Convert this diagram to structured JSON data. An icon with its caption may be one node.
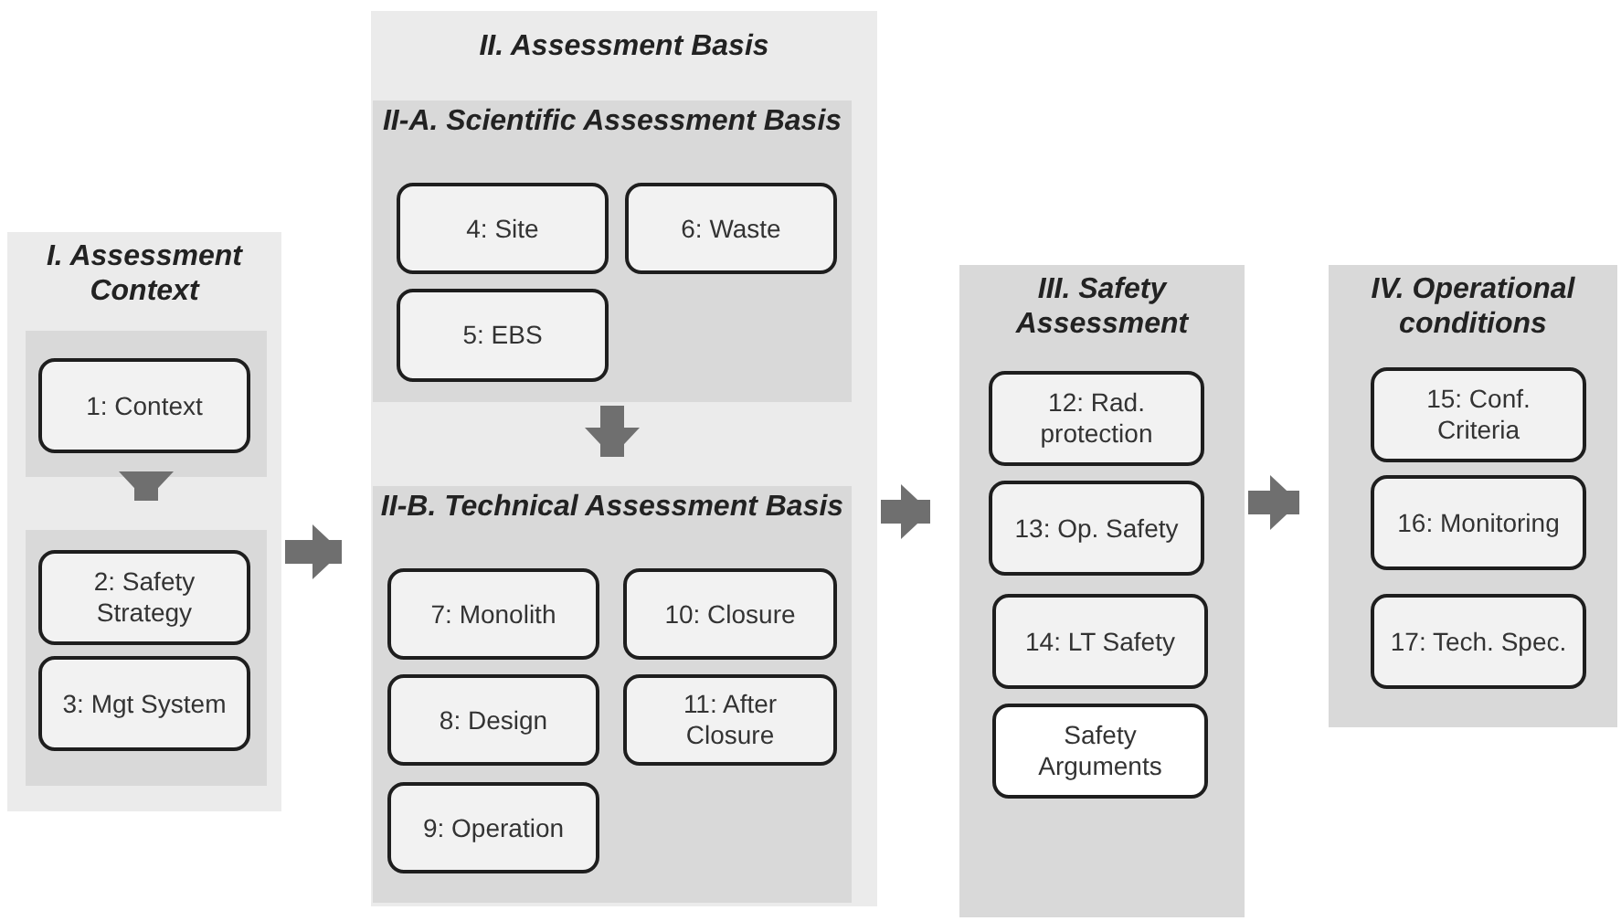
{
  "diagram": {
    "nodes": [
      {
        "text": [
          "I. Assessment Context"
        ]
      },
      {
        "text": [],
        "shape": "box",
        "in": 0
      },
      {
        "text": [
          "1: Context"
        ],
        "in": 1
      },
      {
        "text": [],
        "shape": "box",
        "in": 0
      },
      {
        "text": [
          "2: Safety Strategy"
        ],
        "in": 3
      },
      {
        "text": [
          "3: Mgt System"
        ],
        "in": 3
      },
      {
        "text": [
          "II. Assessment Basis"
        ]
      },
      {
        "text": [
          "II-A. Scientific Assessment Basis"
        ],
        "in": 6
      },
      {
        "text": [
          "4: Site"
        ],
        "in": 7
      },
      {
        "text": [
          "6: Waste"
        ],
        "in": 7
      },
      {
        "text": [
          "5: EBS"
        ],
        "in": 7
      },
      {
        "text": [
          "II-B. Technical Assessment Basis"
        ],
        "in": 6
      },
      {
        "text": [
          "7: Monolith"
        ],
        "in": 11
      },
      {
        "text": [
          "10: Closure"
        ],
        "in": 11
      },
      {
        "text": [
          "8: Design"
        ],
        "in": 11
      },
      {
        "text": [
          "11: After Closure"
        ],
        "in": 11
      },
      {
        "text": [
          "9: Operation"
        ],
        "in": 11
      },
      {
        "text": [
          "III. Safety Assessment"
        ]
      },
      {
        "text": [
          "12: Rad. protection"
        ],
        "in": 17
      },
      {
        "text": [
          "13: Op. Safety"
        ],
        "in": 17
      },
      {
        "text": [
          "14: LT Safety"
        ],
        "in": 17
      },
      {
        "text": [
          "Safety Arguments"
        ],
        "in": 17
      },
      {
        "text": [
          "IV. Operational conditions"
        ]
      },
      {
        "text": [
          "15: Conf. Criteria"
        ],
        "in": 22
      },
      {
        "text": [
          "16: Monitoring"
        ],
        "in": 22
      },
      {
        "text": [
          "17: Tech. Spec."
        ],
        "in": 22
      }
    ],
    "edges": [
      {
        "from": 1,
        "to": 3,
        "arrow": "to"
      },
      {
        "from": 0,
        "to": 6,
        "arrow": "to"
      },
      {
        "from": 7,
        "to": 11,
        "arrow": "to"
      },
      {
        "from": 6,
        "to": 17,
        "arrow": "to"
      },
      {
        "from": 17,
        "to": 22,
        "arrow": "to"
      }
    ]
  }
}
